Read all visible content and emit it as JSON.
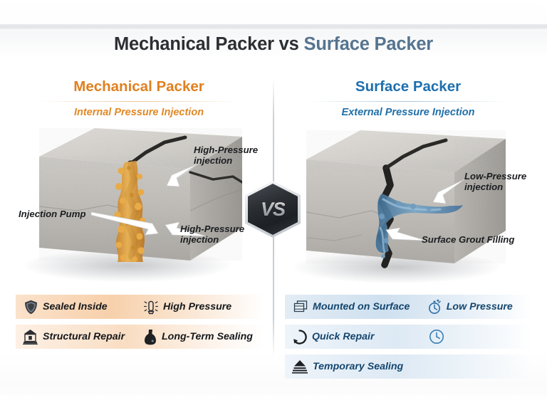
{
  "title": {
    "main": "Mechanical Packer vs ",
    "highlight": "Surface Packer"
  },
  "vs_badge": {
    "label": "VS"
  },
  "columns": {
    "left": {
      "heading": "Mechanical Packer",
      "subheading": "Internal Pressure Injection",
      "accent_color": "#e08020",
      "callouts": [
        {
          "name": "high-pressure-injection-top",
          "text": "High-Pressure\ninjection"
        },
        {
          "name": "injection-pump",
          "text": "Injection Pump"
        },
        {
          "name": "high-pressure-injection-bottom",
          "text": "High-Pressure\ninjection"
        }
      ],
      "features": [
        {
          "icon": "shield-icon",
          "label": "Sealed Inside"
        },
        {
          "icon": "pressure-packer-icon",
          "label": "High Pressure"
        },
        {
          "icon": "building-icon",
          "label": "Structural Repair"
        },
        {
          "icon": "sealant-bottle-icon",
          "label": "Long-Term Sealing"
        }
      ]
    },
    "right": {
      "heading": "Surface Packer",
      "subheading": "External Pressure Injection",
      "accent_color": "#1e6fae",
      "callouts": [
        {
          "name": "low-pressure-injection",
          "text": "Low-Pressure\ninjection"
        },
        {
          "name": "surface-grout-filling",
          "text": "Surface Grout Filling"
        }
      ],
      "features": [
        {
          "icon": "layers-icon",
          "label": "Mounted on Surface"
        },
        {
          "icon": "stopwatch-icon",
          "label": "Low Pressure"
        },
        {
          "icon": "refresh-circle-icon",
          "label": "Quick Repair"
        },
        {
          "icon": "clock-icon",
          "label": ""
        },
        {
          "icon": "stacked-triangle-icon",
          "label": "Temporary Sealing"
        }
      ]
    }
  },
  "illustration": {
    "left_block": {
      "material": "concrete",
      "crack_fill_color": "#e0a33c",
      "description": "concrete block with crack filled by amber grout"
    },
    "right_block": {
      "material": "concrete",
      "crack_fill_color": "#5a86a8",
      "description": "concrete block with blue grout on surface of crack"
    }
  }
}
